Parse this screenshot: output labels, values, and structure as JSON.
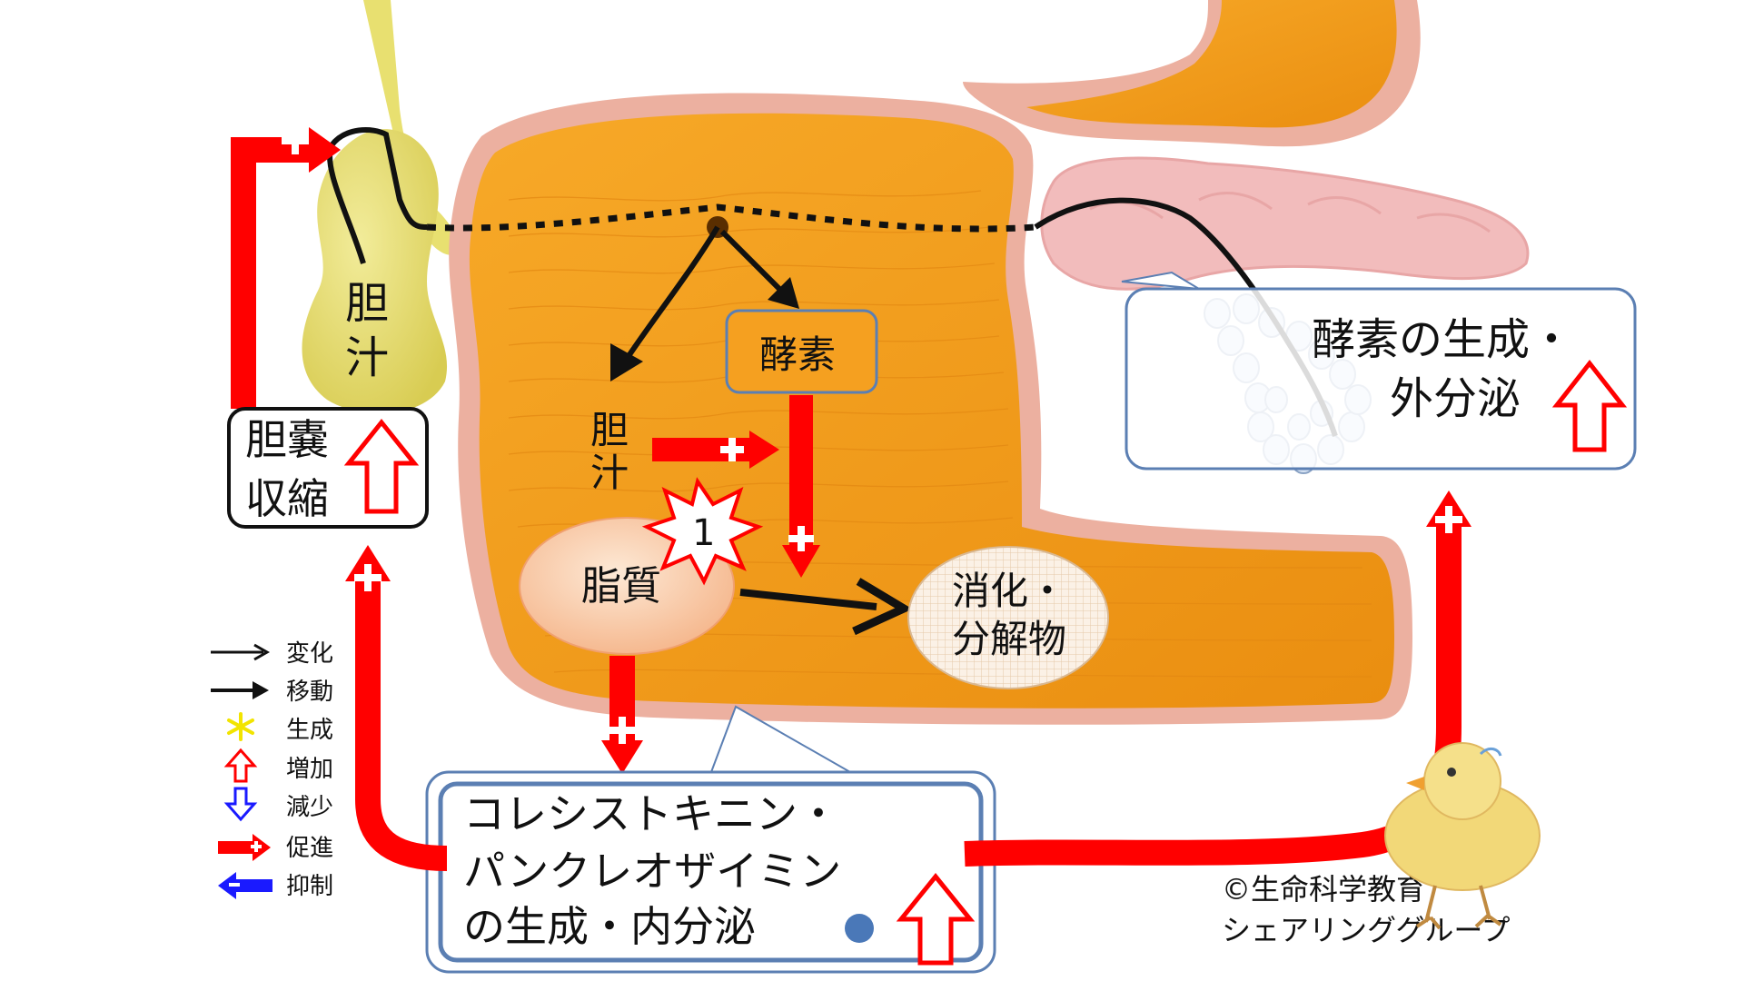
{
  "colors": {
    "organ_orange": "#f5a020",
    "organ_dark": "#e38812",
    "organ_outline": "#ecb0a0",
    "gallbladder": "#e8e070",
    "pancreas": "#f2bcbc",
    "promote_red": "#ff0000",
    "inhibit_blue": "#1a1aff",
    "generation_yellow": "#f2e400",
    "box_border_blue": "#5b7fb3",
    "cell_fill": "#d8e4f4"
  },
  "labels": {
    "bile_gallbladder": [
      "胆",
      "汁"
    ],
    "enzyme_box": "酵素",
    "bile_duodenum": [
      "胆",
      "汁"
    ],
    "lipid": "脂質",
    "badge_number": "1",
    "digestion_products": [
      "消化・",
      "分解物"
    ],
    "gallbladder_contraction": [
      "胆嚢",
      "収縮"
    ],
    "enzyme_secretion": [
      "酵素の生成・",
      "外分泌"
    ],
    "hormone": [
      "コレシストキニン・",
      "パンクレオザイミン",
      "の生成・内分泌"
    ],
    "copyright": [
      "©生命科学教育",
      "シェアリンググループ"
    ]
  },
  "legend": [
    {
      "icon": "change-arrow-icon",
      "label": "変化"
    },
    {
      "icon": "move-arrow-icon",
      "label": "移動"
    },
    {
      "icon": "generation-asterisk-icon",
      "label": "生成"
    },
    {
      "icon": "increase-arrow-icon",
      "label": "増加"
    },
    {
      "icon": "decrease-arrow-icon",
      "label": "減少"
    },
    {
      "icon": "promote-arrow-icon",
      "label": "促進"
    },
    {
      "icon": "inhibit-arrow-icon",
      "label": "抑制"
    }
  ]
}
